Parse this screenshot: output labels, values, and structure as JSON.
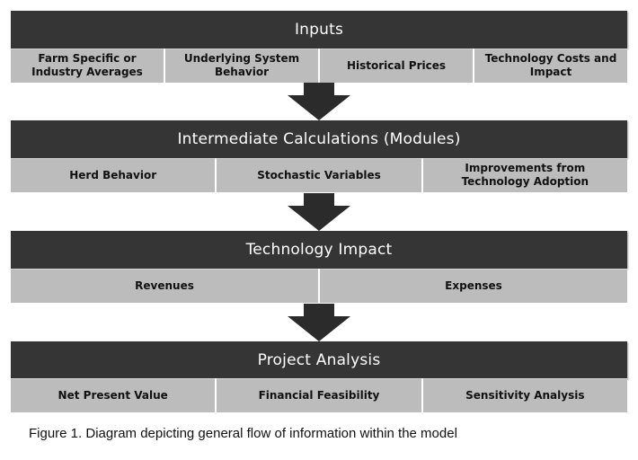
{
  "sections": [
    {
      "title": "Inputs",
      "items": [
        "Farm Specific or\nIndustry Averages",
        "Underlying System\nBehavior",
        "Historical Prices",
        "Technology Costs and\nImpact"
      ]
    },
    {
      "title": "Intermediate Calculations (Modules)",
      "items": [
        "Herd  Behavior",
        "Stochastic Variables",
        "Improvements from\nTechnology Adoption"
      ]
    },
    {
      "title": "Technology Impact",
      "items": [
        "Revenues",
        "Expenses"
      ]
    },
    {
      "title": "Project Analysis",
      "items": [
        "Net Present Value",
        "Financial Feasibility",
        "Sensitivity Analysis"
      ]
    }
  ],
  "caption": "Figure 1. Diagram depicting general flow of information within the model",
  "colors": {
    "header_band": "#353535",
    "item_cell": "#bcbcbc",
    "arrow": "#2b2b2b",
    "header_text": "#ffffff"
  }
}
